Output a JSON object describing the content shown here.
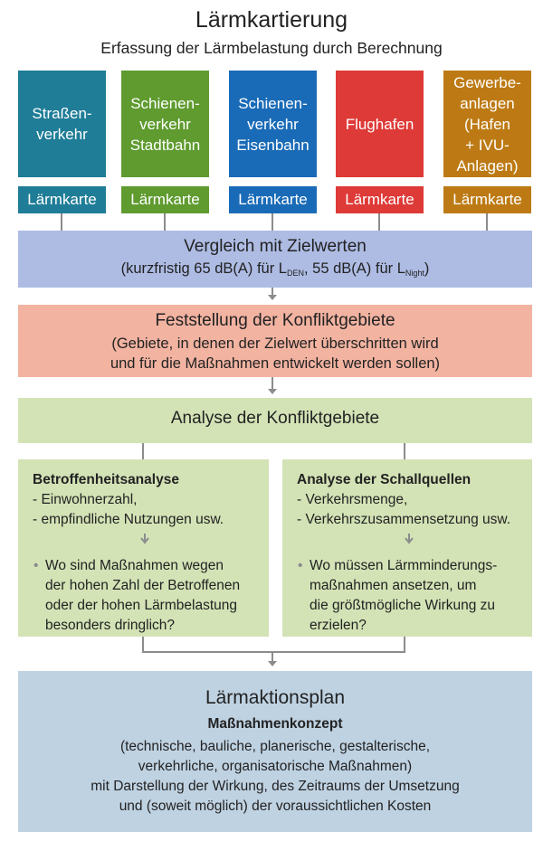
{
  "header": {
    "title": "Lärmkartierung",
    "subtitle": "Erfassung der Lärmbelastung durch Berechnung"
  },
  "sources": [
    {
      "label": "Straßen-\nverkehr",
      "map_label": "Lärmkarte",
      "color": "#1f7d97"
    },
    {
      "label": "Schienen-\nverkehr\nStadtbahn",
      "map_label": "Lärmkarte",
      "color": "#5f9b2f"
    },
    {
      "label": "Schienen-\nverkehr\nEisenbahn",
      "map_label": "Lärmkarte",
      "color": "#1a6bb7"
    },
    {
      "label": "Flughafen",
      "map_label": "Lärmkarte",
      "color": "#de3a37"
    },
    {
      "label": "Gewerbe-\nanlagen\n(Hafen\n+ IVU-\nAnlagen)",
      "map_label": "Lärmkarte",
      "color": "#bd7a14"
    }
  ],
  "vergleich": {
    "heading": "Vergleich mit Zielwerten",
    "detail_prefix": "(kurzfristig 65 dB(A) für L",
    "sub1": "DEN",
    "detail_mid": ", 55 dB(A) für L",
    "sub2": "Night",
    "detail_suffix": ")"
  },
  "konflikt": {
    "heading": "Feststellung der Konfliktgebiete",
    "line1": "(Gebiete, in denen der Zielwert überschritten wird",
    "line2": "und für die Maßnahmen entwickelt werden sollen)"
  },
  "analyse": {
    "heading": "Analyse der Konfliktgebiete"
  },
  "betroffen": {
    "heading": "Betroffenheitsanalyse",
    "items": [
      "- Einwohnerzahl,",
      "- empfindliche Nutzungen usw."
    ],
    "question": [
      "Wo sind Maßnahmen wegen",
      "der hohen Zahl der Betroffenen",
      "oder der hohen Lärmbelastung",
      "besonders dringlich?"
    ]
  },
  "schall": {
    "heading": "Analyse der Schallquellen",
    "items": [
      "- Verkehrsmenge,",
      "- Verkehrszusammensetzung usw."
    ],
    "question": [
      "Wo müssen Lärmminderungs-",
      "maßnahmen ansetzen, um",
      "die größtmögliche Wirkung zu",
      "erzielen?"
    ]
  },
  "plan": {
    "heading": "Lärmaktionsplan",
    "subheading": "Maßnahmenkonzept",
    "lines": [
      "(technische, bauliche, planerische, gestalterische,",
      "verkehrliche, organisatorische Maßnahmen)",
      "mit Darstellung der Wirkung, des Zeitraums der Umsetzung",
      "und (soweit möglich) der voraussichtlichen Kosten"
    ]
  },
  "colors": {
    "vergleich_bg": "#aebce4",
    "konflikt_bg": "#f2b3a1",
    "analyse_bg": "#d3e3b6",
    "plan_bg": "#bfd2e2",
    "connector": "#8c8c8c"
  }
}
